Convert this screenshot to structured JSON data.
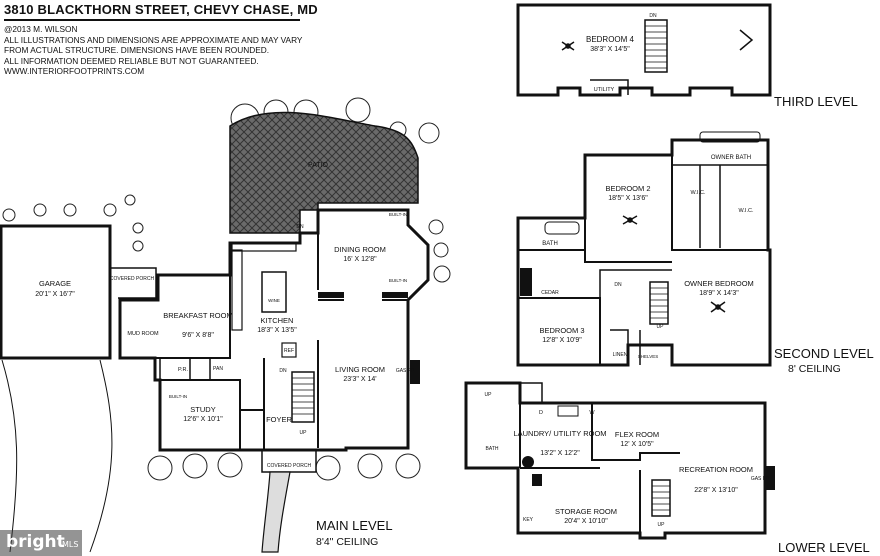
{
  "header": {
    "address": "3810 BLACKTHORN STREET, CHEVY CHASE, MD",
    "copyright": "@2013 M. WILSON",
    "disclaimer_1": "ALL ILLUSTRATIONS AND DIMENSIONS ARE APPROXIMATE AND MAY VARY",
    "disclaimer_2": "FROM ACTUAL STRUCTURE. DIMENSIONS HAVE BEEN ROUNDED.",
    "disclaimer_3": "ALL INFORMATION DEEMED RELIABLE BUT NOT GUARANTEED.",
    "website": "WWW.INTERIORFOOTPRINTS.COM"
  },
  "levels": {
    "third": {
      "title": "THIRD LEVEL"
    },
    "second": {
      "title": "SECOND LEVEL",
      "ceiling": "8' CEILING"
    },
    "main": {
      "title": "MAIN LEVEL",
      "ceiling": "8'4\" CEILING"
    },
    "lower": {
      "title": "LOWER LEVEL"
    }
  },
  "rooms": {
    "bedroom4": {
      "name": "BEDROOM 4",
      "dims": "38'3\" X 14'5\""
    },
    "utility_3": {
      "name": "UTILITY"
    },
    "bedroom2": {
      "name": "BEDROOM 2",
      "dims": "18'5\" X 13'6\""
    },
    "owner_bath": {
      "name": "OWNER BATH"
    },
    "wic1": {
      "name": "W.I.C."
    },
    "wic2": {
      "name": "W.I.C."
    },
    "bath_2": {
      "name": "BATH"
    },
    "cedar": {
      "name": "CEDAR"
    },
    "owner_bedroom": {
      "name": "OWNER BEDROOM",
      "dims": "18'9\" X 14'3\""
    },
    "bedroom3": {
      "name": "BEDROOM 3",
      "dims": "12'8\" X 10'9\""
    },
    "linen": {
      "name": "LINEN"
    },
    "shelves": {
      "name": "SHELVES"
    },
    "patio": {
      "name": "PATIO"
    },
    "garage": {
      "name": "GARAGE",
      "dims": "20'1\" X 16'7\""
    },
    "covered_porch_side": {
      "name": "COVERED PORCH"
    },
    "mud_room": {
      "name": "MUD ROOM"
    },
    "breakfast": {
      "name": "BREAKFAST ROOM",
      "dims": "9'6\" X 8'8\""
    },
    "kitchen": {
      "name": "KITCHEN",
      "dims": "18'3\" X 13'5\""
    },
    "dining": {
      "name": "DINING ROOM",
      "dims": "16' X 12'8\""
    },
    "living": {
      "name": "LIVING ROOM",
      "dims": "23'3\" X 14'"
    },
    "study": {
      "name": "STUDY",
      "dims": "12'6\" X 10'1\""
    },
    "foyer": {
      "name": "FOYER"
    },
    "covered_porch_front": {
      "name": "COVERED PORCH"
    },
    "pr": {
      "name": "P.R."
    },
    "pan": {
      "name": "PAN"
    },
    "ref": {
      "name": "REF"
    },
    "wine": {
      "name": "WINE"
    },
    "gas_fp_main": {
      "name": "GAS FP"
    },
    "laundry": {
      "name": "LAUNDRY/ UTILITY ROOM",
      "dims": "13'2\" X 12'2\""
    },
    "flex": {
      "name": "FLEX ROOM",
      "dims": "12' X 10'5\""
    },
    "recreation": {
      "name": "RECREATION ROOM",
      "dims": "22'8\" X 13'10\""
    },
    "storage": {
      "name": "STORAGE ROOM",
      "dims": "20'4\" X 10'10\""
    },
    "bath_lower": {
      "name": "BATH"
    },
    "gas_fp_lower": {
      "name": "GAS FP"
    },
    "key": {
      "name": "KEY"
    }
  },
  "labels": {
    "dn": "DN",
    "up": "UP",
    "built_in": "BUILT-IN",
    "d": "D",
    "w": "W"
  },
  "watermark": {
    "brand": "bright",
    "suffix": "MLS"
  },
  "colors": {
    "line": "#111111",
    "background": "#ffffff",
    "patio": "#555555"
  }
}
